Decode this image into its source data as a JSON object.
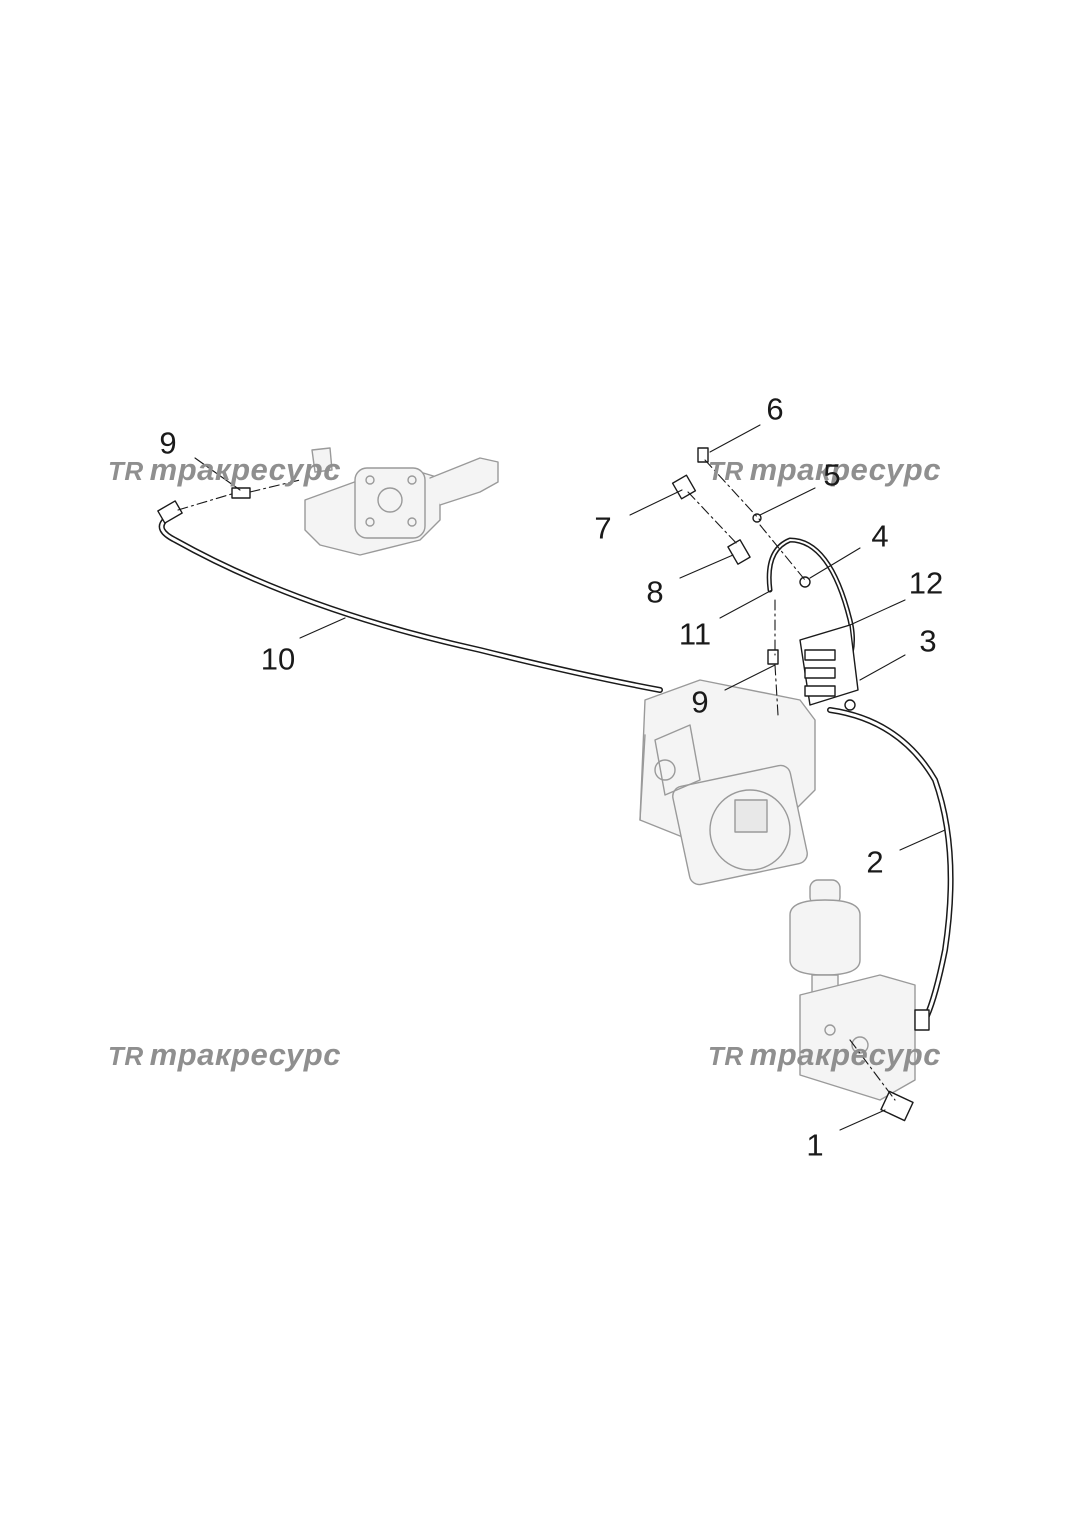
{
  "watermark": {
    "mark": "TR",
    "text": "тракресурс"
  },
  "callouts": {
    "c1": "1",
    "c2": "2",
    "c3": "3",
    "c4": "4",
    "c5": "5",
    "c6": "6",
    "c7": "7",
    "c8": "8",
    "c9a": "9",
    "c9b": "9",
    "c10": "10",
    "c11": "11",
    "c12": "12"
  },
  "colors": {
    "line": "#1a1a1a",
    "watermark": "#8f8f8f",
    "part_fill": "#f4f4f4"
  }
}
